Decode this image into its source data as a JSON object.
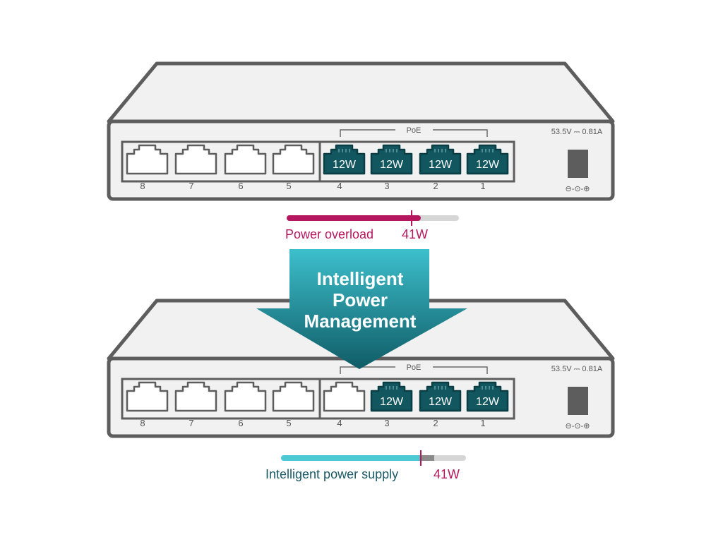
{
  "colors": {
    "outline": "#5d5d5d",
    "body_fill": "#f1f1f1",
    "poe_port": "#12575f",
    "overload": "#b5175f",
    "intelligent": "#4cc9d3",
    "intelligent_text": "#1a5966",
    "bar_track": "#d6d6d6",
    "arrow_top": "#3dbfcc",
    "arrow_bottom": "#0f5c66"
  },
  "arrow": {
    "line1": "Intelligent",
    "line2": "Power",
    "line3": "Management"
  },
  "switches": [
    {
      "poe_label": "PoE",
      "spec_label": "53.5V ⎓ 0.81A",
      "power_symbol": "⊖-⊙-⊕",
      "ports": [
        {
          "number": "8",
          "poe": false,
          "label": ""
        },
        {
          "number": "7",
          "poe": false,
          "label": ""
        },
        {
          "number": "6",
          "poe": false,
          "label": ""
        },
        {
          "number": "5",
          "poe": false,
          "label": ""
        },
        {
          "number": "4",
          "poe": true,
          "label": "12W"
        },
        {
          "number": "3",
          "poe": true,
          "label": "12W"
        },
        {
          "number": "2",
          "poe": true,
          "label": "12W"
        },
        {
          "number": "1",
          "poe": true,
          "label": "12W"
        }
      ],
      "bar": {
        "fill_fraction": 0.78,
        "marker_fraction": 0.72,
        "mode": "overload"
      },
      "caption": "Power overload",
      "watt": "41W"
    },
    {
      "poe_label": "PoE",
      "spec_label": "53.5V ⎓ 0.81A",
      "power_symbol": "⊖-⊙-⊕",
      "ports": [
        {
          "number": "8",
          "poe": false,
          "label": ""
        },
        {
          "number": "7",
          "poe": false,
          "label": ""
        },
        {
          "number": "6",
          "poe": false,
          "label": ""
        },
        {
          "number": "5",
          "poe": false,
          "label": ""
        },
        {
          "number": "4",
          "poe": false,
          "label": ""
        },
        {
          "number": "3",
          "poe": true,
          "label": "12W"
        },
        {
          "number": "2",
          "poe": true,
          "label": "12W"
        },
        {
          "number": "1",
          "poe": true,
          "label": "12W"
        }
      ],
      "bar": {
        "fill_fraction": 0.79,
        "marker_fraction": 0.75,
        "mode": "intelligent"
      },
      "caption": "Intelligent power supply",
      "watt": "41W"
    }
  ]
}
